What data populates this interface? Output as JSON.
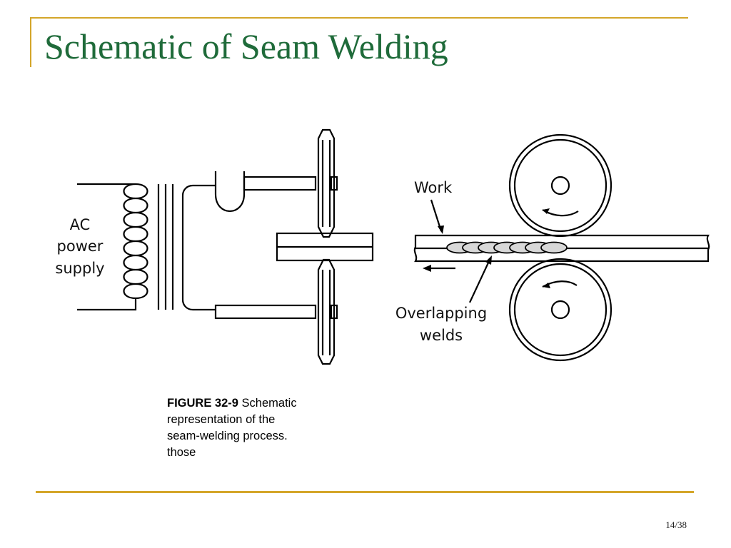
{
  "slide": {
    "title": "Schematic of Seam Welding",
    "page_number": "14/38"
  },
  "diagram": {
    "labels": {
      "ac_line1": "AC",
      "ac_line2": "power",
      "ac_line3": "supply",
      "work": "Work",
      "overlap_line1": "Overlapping",
      "overlap_line2": "welds"
    }
  },
  "caption": {
    "figure_id": "FIGURE 32-9",
    "text_line1": " Schematic",
    "text_line2": "representation of the",
    "text_line3": "seam-welding process.",
    "text_line4": "those"
  },
  "colors": {
    "accent_rule": "#d4a62a",
    "title_green": "#1f6b3a"
  }
}
